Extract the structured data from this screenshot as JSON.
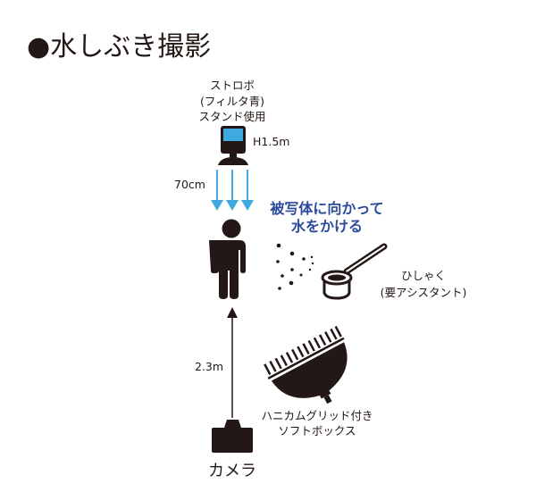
{
  "title": "●水しぶき撮影",
  "strobe": {
    "lines": [
      "ストロボ",
      "(フィルタ青)",
      "スタンド使用"
    ],
    "height": "H1.5m",
    "distance": "70cm"
  },
  "instruction": {
    "lines": [
      "被写体に向かって",
      "水をかける"
    ]
  },
  "ladle": {
    "lines": [
      "ひしゃく",
      "(要アシスタント)"
    ]
  },
  "camera": {
    "label": "カメラ",
    "distance": "2.3m"
  },
  "softbox": {
    "lines": [
      "ハニカムグリッド付き",
      "ソフトボックス"
    ]
  },
  "colors": {
    "blue_arrow": "#3fa9e0",
    "instruction_text": "#2b4a9b",
    "ink": "#231815"
  }
}
